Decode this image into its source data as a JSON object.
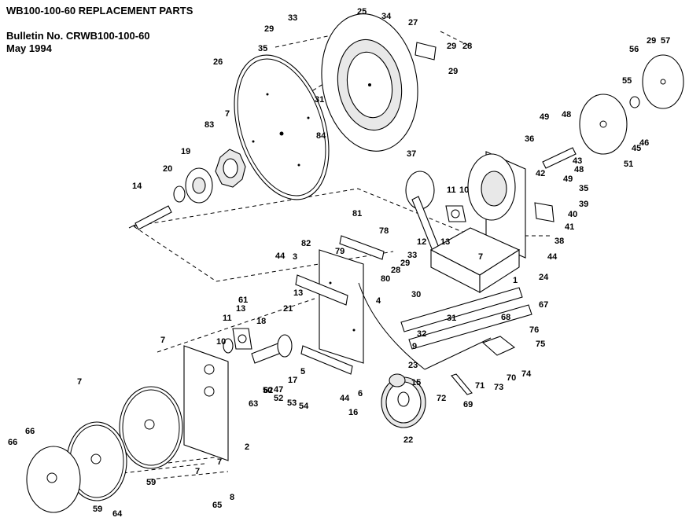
{
  "header": {
    "title": "WB100-100-60 REPLACEMENT PARTS",
    "bulletin": "Bulletin No. CRWB100-100-60",
    "date": "May 1994"
  },
  "part_labels": [
    "1",
    "2",
    "3",
    "4",
    "5",
    "6",
    "7",
    "8",
    "9",
    "10",
    "11",
    "12",
    "13",
    "14",
    "15",
    "16",
    "17",
    "18",
    "19",
    "20",
    "21",
    "22",
    "23",
    "24",
    "25",
    "26",
    "27",
    "28",
    "29",
    "30",
    "31",
    "32",
    "33",
    "34",
    "35",
    "36",
    "37",
    "38",
    "39",
    "40",
    "41",
    "42",
    "43",
    "44",
    "45",
    "46",
    "47",
    "48",
    "49",
    "50",
    "51",
    "52",
    "53",
    "54",
    "55",
    "56",
    "57",
    "59",
    "61",
    "62",
    "63",
    "64",
    "65",
    "66",
    "67",
    "68",
    "69",
    "70",
    "71",
    "72",
    "73",
    "74",
    "75",
    "76",
    "78",
    "79",
    "80",
    "81",
    "82",
    "83",
    "84"
  ]
}
